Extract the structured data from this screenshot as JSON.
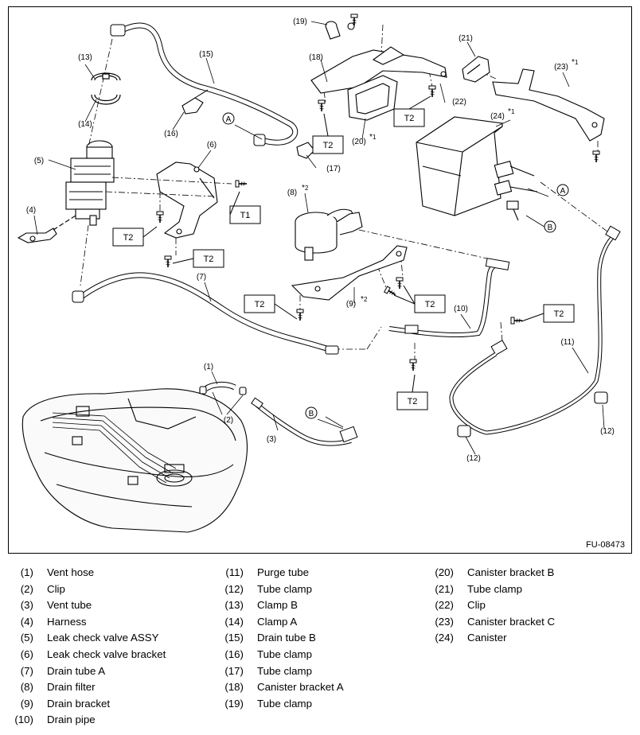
{
  "figure": {
    "code": "FU-08473",
    "torque_label": "T2",
    "torque_label_alt": "T1",
    "ref_a": "A",
    "ref_b": "B",
    "star": "*",
    "sup1": "1",
    "sup2": "2"
  },
  "callouts": {
    "n1": "(1)",
    "n2": "(2)",
    "n3": "(3)",
    "n4": "(4)",
    "n5": "(5)",
    "n6": "(6)",
    "n7": "(7)",
    "n8": "(8)",
    "n9": "(9)",
    "n10": "(10)",
    "n11": "(11)",
    "n12": "(12)",
    "n13": "(13)",
    "n14": "(14)",
    "n15": "(15)",
    "n16": "(16)",
    "n17": "(17)",
    "n18": "(18)",
    "n19": "(19)",
    "n20": "(20)",
    "n21": "(21)",
    "n22": "(22)",
    "n23": "(23)",
    "n24": "(24)"
  },
  "legend": {
    "col1": [
      {
        "num": "(1)",
        "name": "Vent hose"
      },
      {
        "num": "(2)",
        "name": "Clip"
      },
      {
        "num": "(3)",
        "name": "Vent tube"
      },
      {
        "num": "(4)",
        "name": "Harness"
      },
      {
        "num": "(5)",
        "name": "Leak check valve ASSY"
      },
      {
        "num": "(6)",
        "name": "Leak check valve bracket"
      },
      {
        "num": "(7)",
        "name": "Drain tube A"
      },
      {
        "num": "(8)",
        "name": "Drain filter"
      },
      {
        "num": "(9)",
        "name": "Drain bracket"
      },
      {
        "num": "(10)",
        "name": "Drain pipe"
      }
    ],
    "col2": [
      {
        "num": "(11)",
        "name": "Purge tube"
      },
      {
        "num": "(12)",
        "name": "Tube clamp"
      },
      {
        "num": "(13)",
        "name": "Clamp B"
      },
      {
        "num": "(14)",
        "name": "Clamp A"
      },
      {
        "num": "(15)",
        "name": "Drain tube B"
      },
      {
        "num": "(16)",
        "name": "Tube clamp"
      },
      {
        "num": "(17)",
        "name": "Tube clamp"
      },
      {
        "num": "(18)",
        "name": "Canister bracket A"
      },
      {
        "num": "(19)",
        "name": "Tube clamp"
      }
    ],
    "col3": [
      {
        "num": "(20)",
        "name": "Canister bracket B"
      },
      {
        "num": "(21)",
        "name": "Tube clamp"
      },
      {
        "num": "(22)",
        "name": "Clip"
      },
      {
        "num": "(23)",
        "name": "Canister bracket C"
      },
      {
        "num": "(24)",
        "name": "Canister"
      }
    ]
  }
}
